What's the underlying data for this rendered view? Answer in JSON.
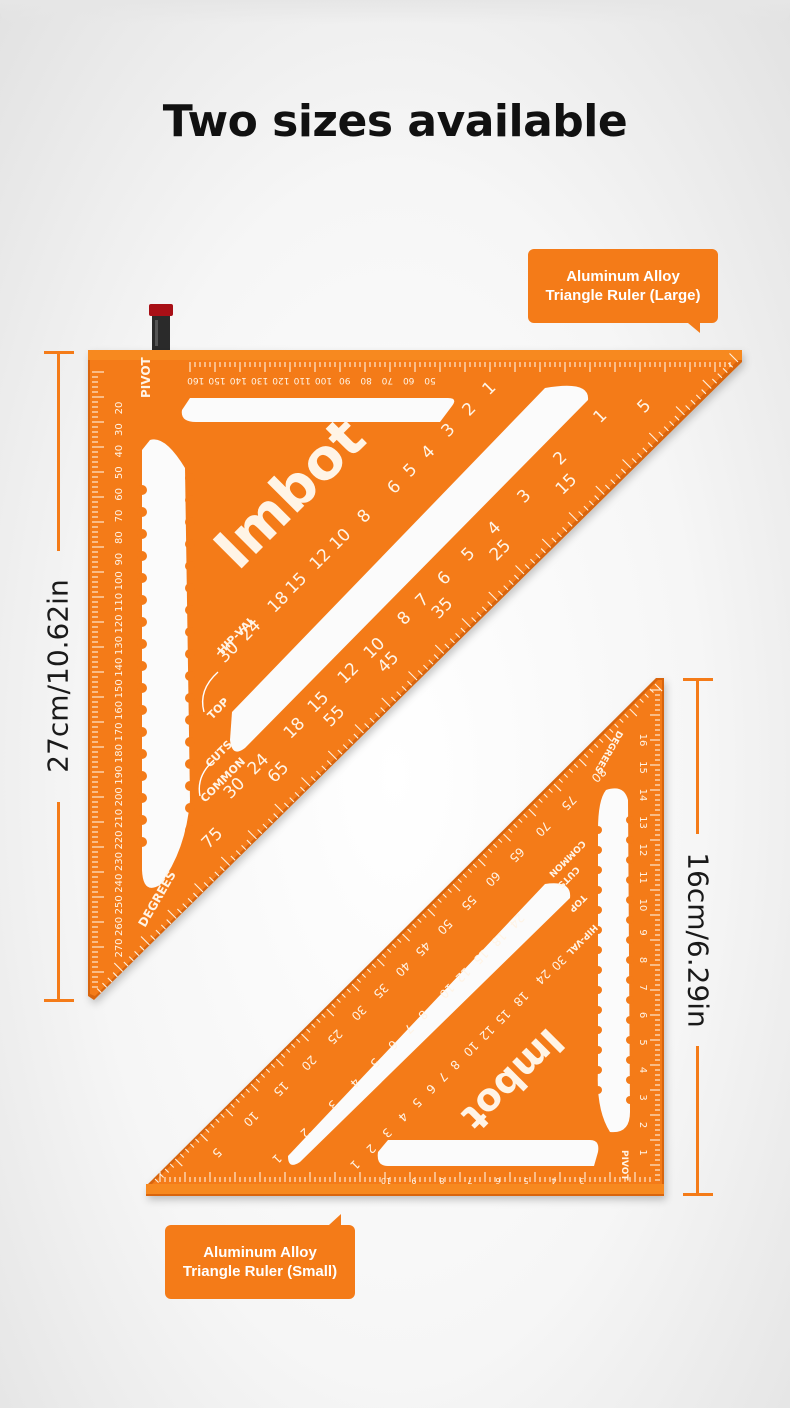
{
  "headline": "Two sizes available",
  "callouts": {
    "large_line1": "Aluminum Alloy",
    "large_line2": "Triangle Ruler (Large)",
    "small_line1": "Aluminum Alloy",
    "small_line2": "Triangle Ruler (Small)"
  },
  "dimensions": {
    "large": "27cm/10.62in",
    "small": "16cm/6.29in"
  },
  "brand": "Imbot",
  "ruler_labels": {
    "pivot": "PIVOT",
    "degrees": "DEGREES",
    "hip_val": "HIP-VAL",
    "top": "TOP",
    "cuts": "CUTS",
    "common": "COMMON"
  },
  "colors": {
    "ruler_orange": "#f47b18",
    "ruler_shadow": "#d9650c",
    "markings": "#fff4e6",
    "dimension_line": "#f47b18",
    "headline": "#111111"
  }
}
